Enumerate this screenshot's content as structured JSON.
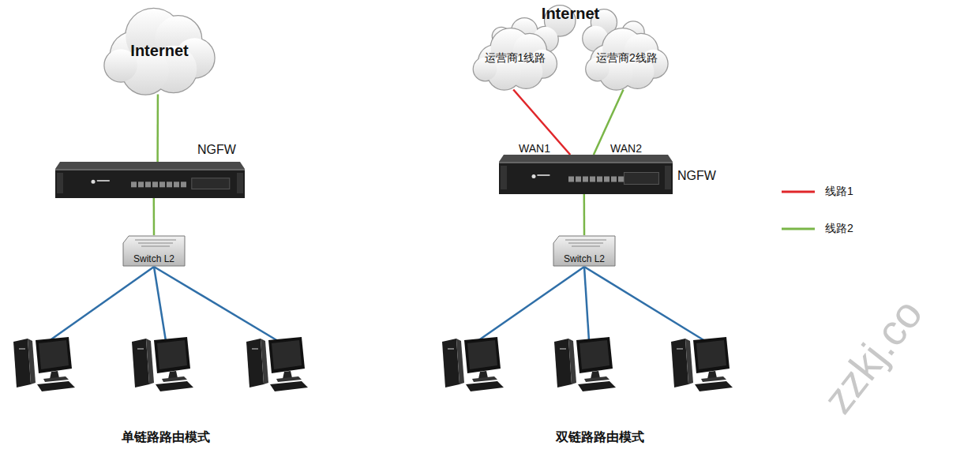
{
  "diagram": {
    "nodes": [
      {
        "text": [
          "Internet"
        ]
      },
      {
        "text": [
          "NGFW"
        ]
      },
      {
        "text": [
          "Switch L2"
        ]
      },
      {
        "text": [
          "Internet"
        ]
      },
      {
        "text": [
          "运营商1线路"
        ],
        "in": 3
      },
      {
        "text": [
          "运营商2线路"
        ],
        "in": 3
      },
      {
        "text": [
          "NGFW"
        ]
      },
      {
        "text": [
          "Switch L2"
        ]
      }
    ],
    "edges": [
      {
        "from": 0,
        "to": 1,
        "arrow": "none"
      },
      {
        "from": 1,
        "to": 2,
        "arrow": "none"
      },
      {
        "from": 4,
        "to": 6,
        "label": "WAN1",
        "arrow": "none"
      },
      {
        "from": 5,
        "to": 6,
        "label": "WAN2",
        "arrow": "none"
      },
      {
        "from": 6,
        "to": 7,
        "arrow": "none"
      }
    ],
    "labels": [
      "单链路路由模式",
      "双链路路由模式",
      "zzkj.co"
    ],
    "legend": [
      {
        "text": "线路1"
      },
      {
        "text": "线路2"
      }
    ]
  }
}
